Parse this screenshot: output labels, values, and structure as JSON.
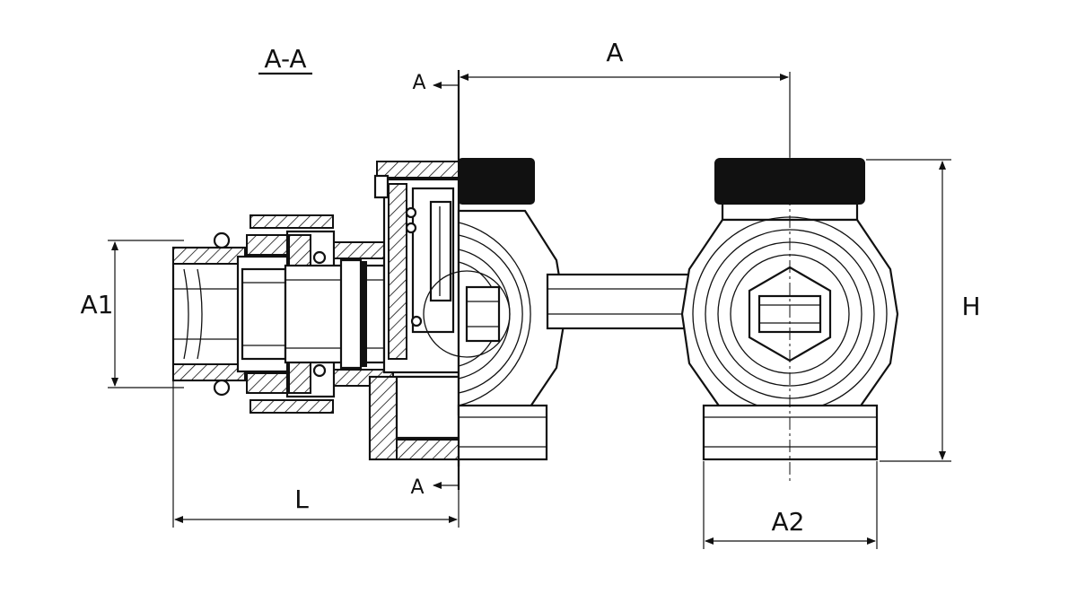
{
  "section_title": "A-A",
  "section_markers": [
    "A",
    "A"
  ],
  "dimensions": {
    "a": "A",
    "a1": "A1",
    "a2": "A2",
    "h": "H",
    "l": "L"
  },
  "colors": {
    "line": "#111111",
    "background": "#ffffff"
  }
}
